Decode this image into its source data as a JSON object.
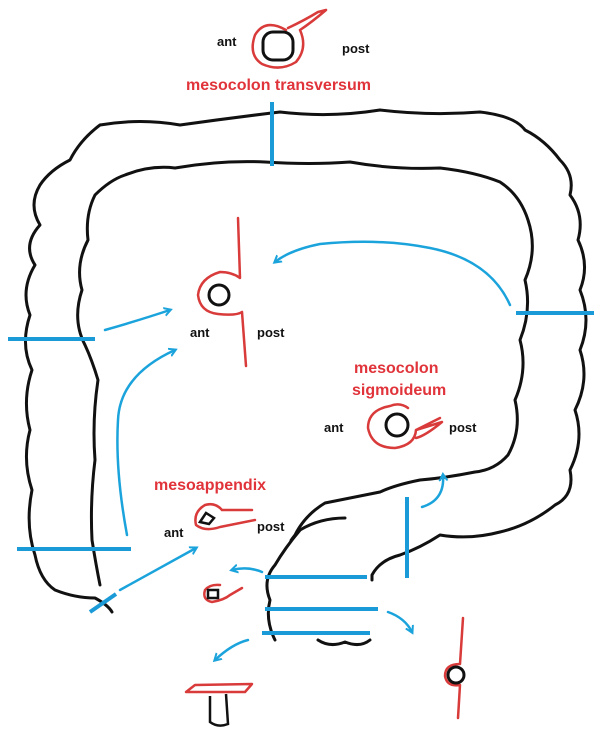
{
  "labels": {
    "mesocolon_transversum": "mesocolon transversum",
    "mesocolon_sigmoideum_line1": "mesocolon",
    "mesocolon_sigmoideum_line2": "sigmoideum",
    "mesoappendix": "mesoappendix"
  },
  "orientation": {
    "top_ant": "ant",
    "top_post": "post",
    "ascending_ant": "ant",
    "ascending_post": "post",
    "sigmoid_ant": "ant",
    "sigmoid_post": "post",
    "appendix_ant": "ant",
    "appendix_post": "post"
  },
  "colors": {
    "colon_outline": "#111111",
    "peritoneum": "#d93a3a",
    "section_lines": "#1a9ad6",
    "arrows": "#1ba3dc",
    "label_red": "#e0333a"
  }
}
